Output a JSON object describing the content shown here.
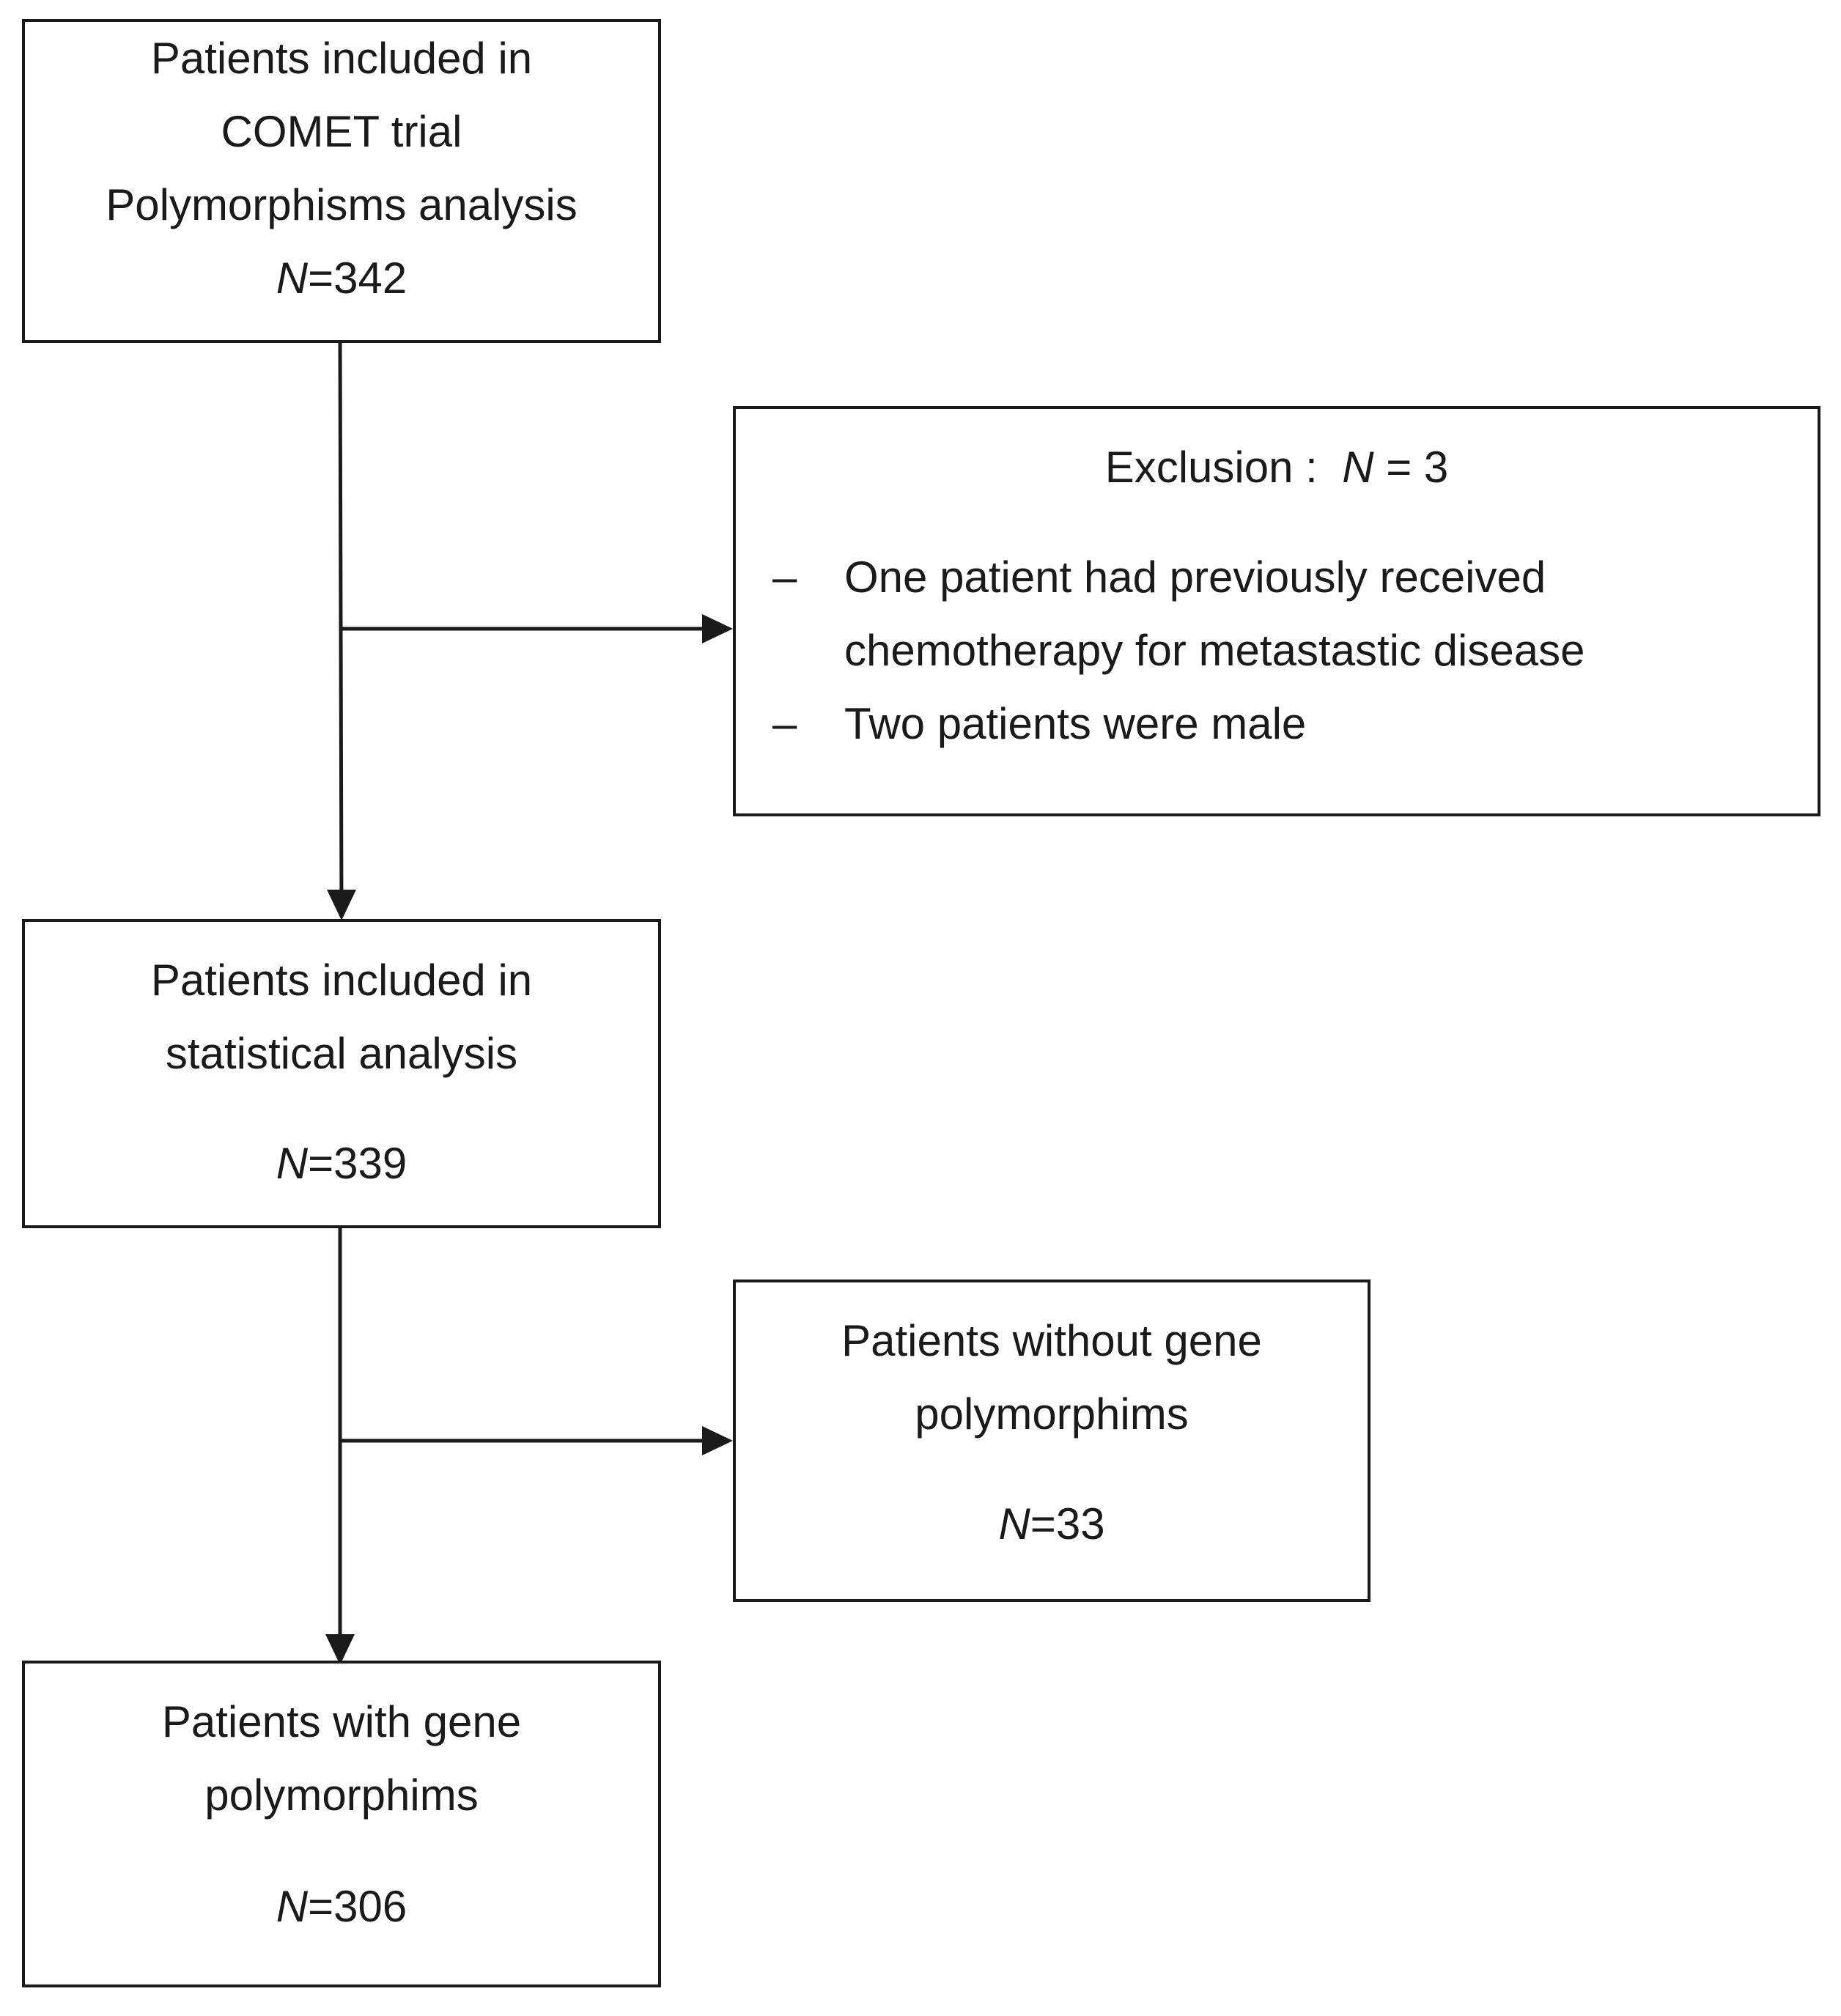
{
  "boxes": {
    "comet": {
      "lines": [
        "Patients included in",
        "COMET trial",
        "Polymorphisms analysis"
      ],
      "n_label": "N",
      "n_value": "=342"
    },
    "exclusion": {
      "title": "Exclusion :",
      "n_label": "N",
      "n_value": " = 3",
      "bullets": [
        [
          "One patient had previously received",
          "chemotherapy for metastastic disease"
        ],
        [
          "Two patients were male"
        ]
      ],
      "dash": "–"
    },
    "statistical": {
      "lines": [
        "Patients included  in",
        "statistical analysis"
      ],
      "n_label": "N",
      "n_value": "=339"
    },
    "without": {
      "lines": [
        "Patients without gene",
        "polymorphims"
      ],
      "n_label": "N",
      "n_value": "=33"
    },
    "with": {
      "lines": [
        "Patients with gene",
        "polymorphims"
      ],
      "n_label": "N",
      "n_value": "=306"
    }
  },
  "colors": {
    "stroke": "#1a1a1a",
    "background": "#ffffff"
  }
}
